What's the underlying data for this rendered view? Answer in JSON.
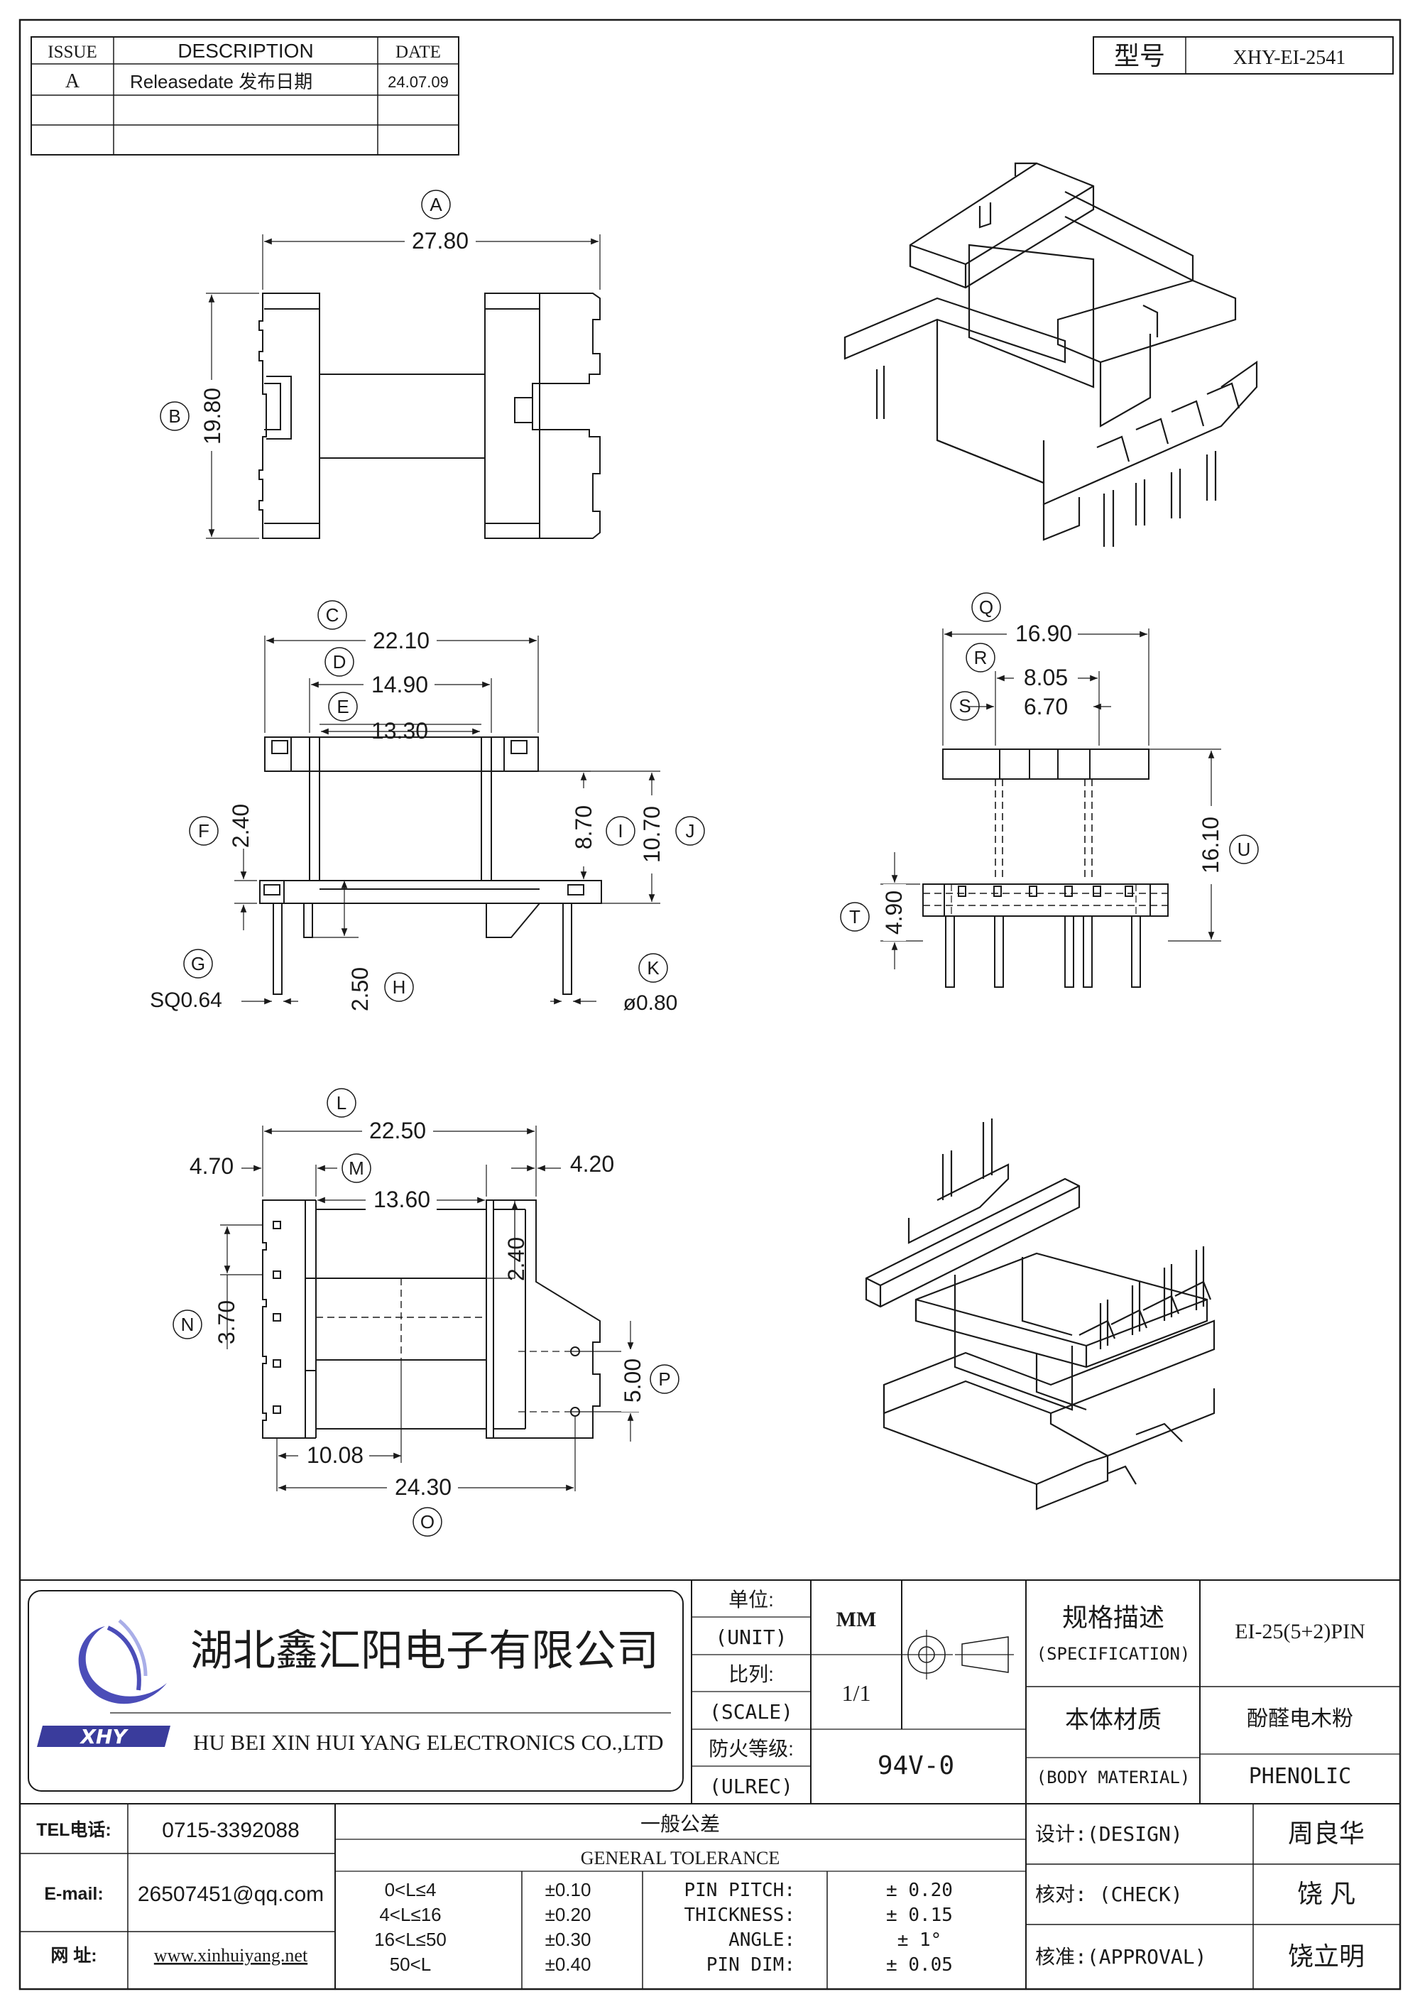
{
  "revision_table": {
    "headers": [
      "ISSUE",
      "DESCRIPTION",
      "DATE"
    ],
    "rows": [
      [
        "A",
        "Releasedate 发布日期",
        "24.07.09"
      ],
      [
        "",
        "",
        ""
      ],
      [
        "",
        "",
        ""
      ]
    ]
  },
  "model": {
    "label": "型号",
    "value": "XHY-EI-2541"
  },
  "dimensions": {
    "A": "27.80",
    "B": "19.80",
    "C": "22.10",
    "D": "14.90",
    "E": "13.30",
    "F": "2.40",
    "G": "SQ0.64",
    "H": "2.50",
    "I": "8.70",
    "J": "10.70",
    "K": "ø0.80",
    "L": "22.50",
    "M": "13.60",
    "N": "3.70",
    "O": "24.30",
    "P": "5.00",
    "Q": "16.90",
    "R": "8.05",
    "S": "6.70",
    "T": "4.90",
    "U": "16.10",
    "left_470": "4.70",
    "right_420": "4.20",
    "inner_240": "2.40",
    "bottom_1008": "10.08"
  },
  "title_block": {
    "company_cn": "湖北鑫汇阳电子有限公司",
    "company_en": "HU BEI XIN HUI YANG ELECTRONICS CO.,LTD",
    "logo_text": "XHY",
    "unit_label_cn": "单位:",
    "unit_label_en": "(UNIT)",
    "unit_value": "MM",
    "scale_label_cn": "比列:",
    "scale_label_en": "(SCALE)",
    "scale_value": "1/1",
    "fire_label_cn": "防火等级:",
    "fire_label_en": "(ULREC)",
    "fire_value": "94V-0",
    "spec_label_cn": "规格描述",
    "spec_label_en": "(SPECIFICATION)",
    "spec_value": "EI-25(5+2)PIN",
    "material_label_cn": "本体材质",
    "material_label_en": "(BODY MATERIAL)",
    "material_value_cn": "酚醛电木粉",
    "material_value_en": "PHENOLIC",
    "tel_label": "TEL电话:",
    "tel_value": "0715-3392088",
    "email_label": "E-mail:",
    "email_value": "26507451@qq.com",
    "web_label": "网   址:",
    "web_value": "www.xinhuiyang.net",
    "tolerance_cn": "一般公差",
    "tolerance_en": "GENERAL TOLERANCE",
    "tolerance_rows": [
      {
        "range": "0<L≤4",
        "tol": "±0.10"
      },
      {
        "range": "4<L≤16",
        "tol": "±0.20"
      },
      {
        "range": "16<L≤50",
        "tol": "±0.30"
      },
      {
        "range": "50<L",
        "tol": "±0.40"
      }
    ],
    "pin_rows": [
      {
        "label": "PIN PITCH:",
        "value": "± 0.20"
      },
      {
        "label": "THICKNESS:",
        "value": "± 0.15"
      },
      {
        "label": "ANGLE:",
        "value": "± 1°"
      },
      {
        "label": "PIN DIM:",
        "value": "± 0.05"
      }
    ],
    "design_label": "设计:(DESIGN)",
    "design_value": "周良华",
    "check_label": "核对: (CHECK)",
    "check_value": "饶  凡",
    "approval_label": "核准:(APPROVAL)",
    "approval_value": "饶立明"
  }
}
